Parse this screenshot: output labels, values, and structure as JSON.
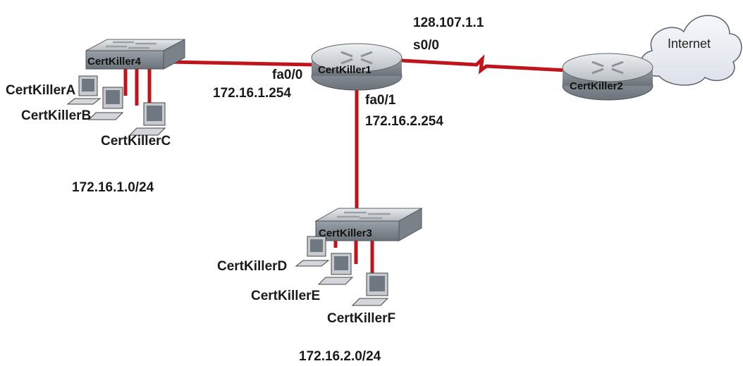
{
  "devices": {
    "router1": "CertKiller1",
    "router2": "CertKiller2",
    "switch4": "CertKiller4",
    "switch3": "CertKiller3",
    "hosts_left": [
      "CertKillerA",
      "CertKillerB",
      "CertKillerC"
    ],
    "hosts_bottom": [
      "CertKillerD",
      "CertKillerE",
      "CertKillerF"
    ],
    "cloud": "Internet"
  },
  "interfaces": {
    "fa00": "fa0/0",
    "fa00_ip": "172.16.1.254",
    "fa01": "fa0/1",
    "fa01_ip": "172.16.2.254",
    "s00": "s0/0",
    "s00_ip": "128.107.1.1"
  },
  "networks": {
    "left": "172.16.1.0/24",
    "bottom": "172.16.2.0/24"
  },
  "colors": {
    "link": "#c0141c",
    "device_body": "#8f959c",
    "device_top": "#d4d8dc",
    "cloud_fill": "#e9ecf3"
  }
}
